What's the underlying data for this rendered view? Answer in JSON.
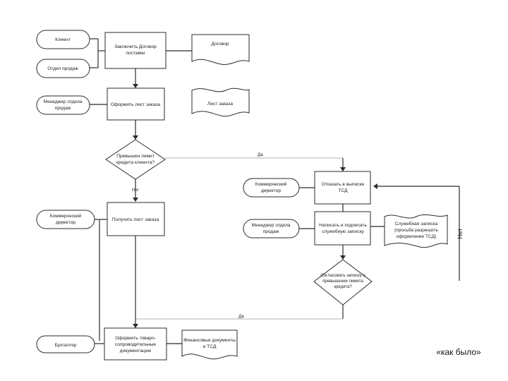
{
  "caption": "«как было»",
  "actors": {
    "client": "Клиент",
    "sales_dept": "Отдел продаж",
    "sales_manager_1": [
      "Менеджер отдела",
      "продаж"
    ],
    "commercial_director_top": [
      "Коммерческий",
      "директор"
    ],
    "commercial_director_left": [
      "Коммерческий",
      "директор"
    ],
    "sales_manager_2": [
      "Менеджер отдела",
      "продаж"
    ],
    "accountant": "Бухгалтер"
  },
  "processes": {
    "contract": [
      "Заключить Договор",
      "поставки"
    ],
    "order_sheet": "Оформить лист заказа",
    "receive_sheet": "Получить лист заказа",
    "sign_tsd": [
      "Отказать в выписке",
      "ТСД"
    ],
    "write_memo": [
      "Написать и подписать",
      "служебную записку"
    ],
    "documents": [
      "Оформить товаро-",
      "сопроводительные",
      "документацию"
    ]
  },
  "decisions": {
    "limit_exceeded": [
      "Превышен лимит",
      "кредита клиента?"
    ],
    "approve_memo": [
      "Согласовать записку о",
      "превышении лимита",
      "кредита?"
    ]
  },
  "documents": {
    "contract_doc": "Договор",
    "order_sheet_doc": "Лист заказа",
    "memo_doc": [
      "Служебная записка",
      "(просьба разрешить",
      "оформление ТСД)"
    ],
    "shipping_docs": [
      "Финансовые документы",
      "и ТСД"
    ]
  },
  "edge_labels": {
    "yes_1": "Да",
    "no_1": "Нет",
    "yes_2": "Да",
    "no_2": "Нет"
  }
}
